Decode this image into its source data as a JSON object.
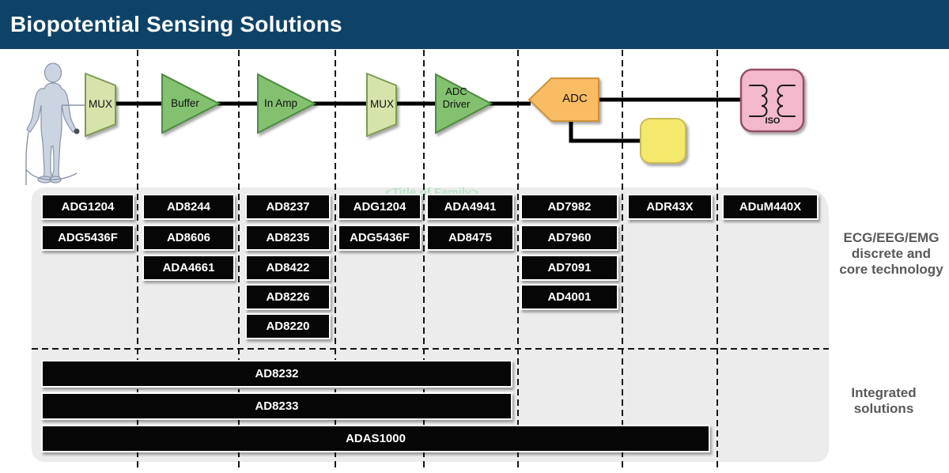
{
  "header": {
    "title": "Biopotential Sensing Solutions"
  },
  "watermark": "<Title of Family>",
  "signal_chain": {
    "source": "human body (patient)",
    "blocks": [
      {
        "label": "MUX"
      },
      {
        "label": "Buffer"
      },
      {
        "label": "In Amp"
      },
      {
        "label": "MUX"
      },
      {
        "label": "ADC Driver"
      },
      {
        "label": "ADC"
      },
      {
        "label": "ISO"
      }
    ]
  },
  "discrete": {
    "caption": "ECG/EEG/EMG\ndiscrete and\ncore technology",
    "columns": [
      {
        "parts": [
          "ADG1204",
          "ADG5436F"
        ]
      },
      {
        "parts": [
          "AD8244",
          "AD8606",
          "ADA4661"
        ]
      },
      {
        "parts": [
          "AD8237",
          "AD8235",
          "AD8422",
          "AD8226",
          "AD8220"
        ]
      },
      {
        "parts": [
          "ADG1204",
          "ADG5436F"
        ]
      },
      {
        "parts": [
          "ADA4941",
          "AD8475"
        ]
      },
      {
        "parts": [
          "AD7982",
          "AD7960",
          "AD7091",
          "AD4001"
        ]
      },
      {
        "parts": [
          "ADR43X"
        ]
      },
      {
        "parts": [
          "ADuM440X"
        ]
      }
    ]
  },
  "integrated": {
    "caption": "Integrated\nsolutions",
    "parts": [
      "AD8232",
      "AD8233",
      "ADAS1000"
    ]
  },
  "colors": {
    "header_bg": "#0E4367",
    "panel_bg": "#ECECEC",
    "chip_bg": "#060606",
    "chip_text": "#FFFFFF",
    "amp_green": "#83C16F",
    "amp_green_border": "#4E8A3F",
    "mux_green": "#D6E3AB",
    "mux_green_border": "#7E9C52",
    "adc_orange": "#F8BC63",
    "adc_orange_border": "#CF9139",
    "spare_yellow": "#F5E96D",
    "spare_yellow_border": "#C9BB55",
    "iso_pink": "#F3B8CB",
    "iso_pink_border": "#95506B",
    "caption_gray": "#595959",
    "watermark_green": "#B9E3C6",
    "body_fill": "#CCD4E2",
    "body_stroke": "#8A93A8"
  }
}
